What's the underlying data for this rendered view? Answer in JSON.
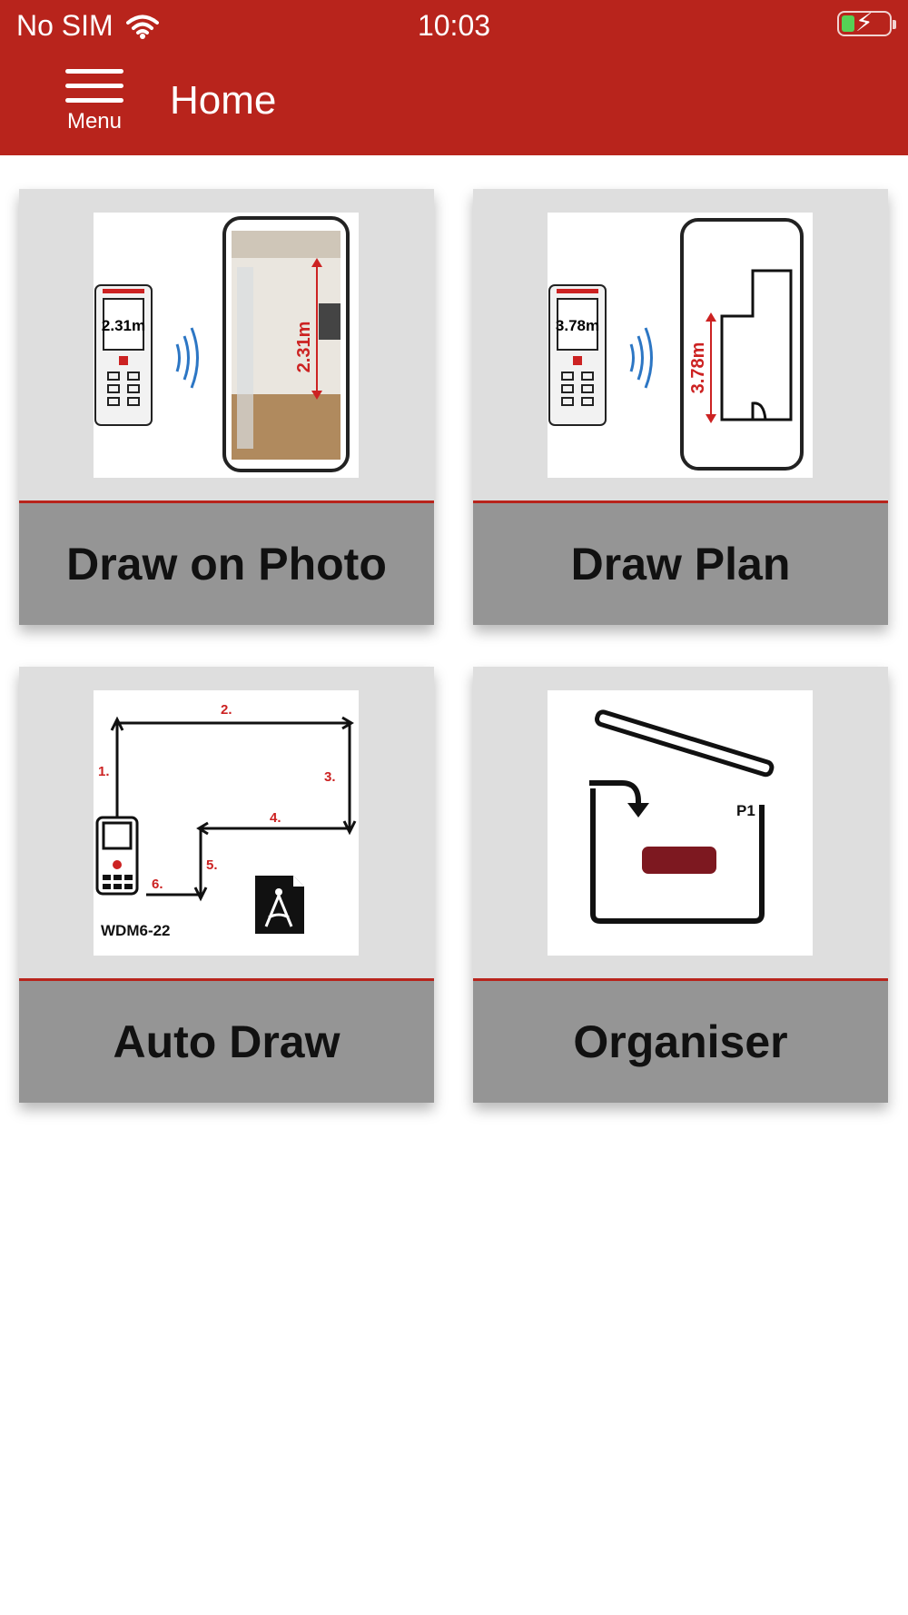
{
  "status_bar": {
    "carrier": "No SIM",
    "time": "10:03"
  },
  "header": {
    "menu_label": "Menu",
    "title": "Home"
  },
  "tiles": [
    {
      "label": "Draw on Photo",
      "icon": "draw-on-photo-illustration",
      "device_reading": "2.31m",
      "measurement": "2.31m"
    },
    {
      "label": "Draw Plan",
      "icon": "draw-plan-illustration",
      "device_reading": "3.78m",
      "measurement": "3.78m"
    },
    {
      "label": "Auto Draw",
      "icon": "auto-draw-illustration",
      "steps": [
        "1.",
        "2.",
        "3.",
        "4.",
        "5.",
        "6."
      ],
      "device_model": "WDM6-22"
    },
    {
      "label": "Organiser",
      "icon": "organiser-box-illustration",
      "box_tag": "P1"
    }
  ],
  "colors": {
    "brand_red": "#b8241c",
    "tile_background": "#dedede",
    "caption_background": "#959595",
    "organiser_item": "#7d1820"
  }
}
